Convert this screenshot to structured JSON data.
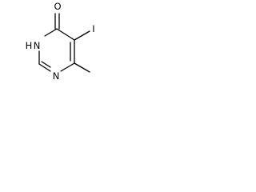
{
  "molecule": {
    "atom_labels": {
      "oxygen": "O",
      "iodine": "I",
      "ring_nh_hydrogen": "H",
      "ring_nh_nitrogen": "N",
      "ring_nitrogen": "N"
    }
  }
}
